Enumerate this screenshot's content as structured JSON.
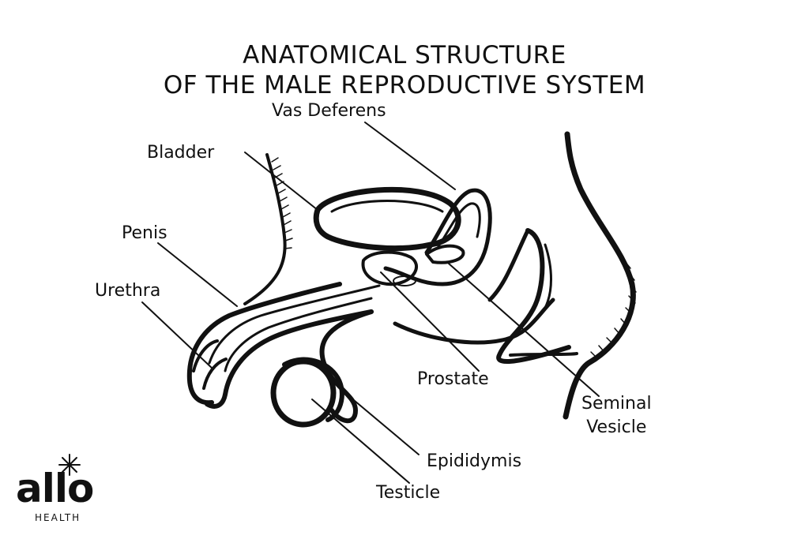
{
  "title": {
    "line1": "ANATOMICAL STRUCTURE",
    "line2": "OF THE MALE REPRODUCTIVE SYSTEM"
  },
  "labels": {
    "vas_deferens": "Vas Deferens",
    "bladder": "Bladder",
    "penis": "Penis",
    "urethra": "Urethra",
    "prostate": "Prostate",
    "seminal_line1": "Seminal",
    "seminal_line2": "Vesicle",
    "epididymis": "Epididymis",
    "testicle": "Testicle"
  },
  "logo": {
    "word": "allo",
    "sub": "HEALTH",
    "icon": "sparkle-icon"
  },
  "colors": {
    "ink": "#111111",
    "background": "#ffffff"
  }
}
